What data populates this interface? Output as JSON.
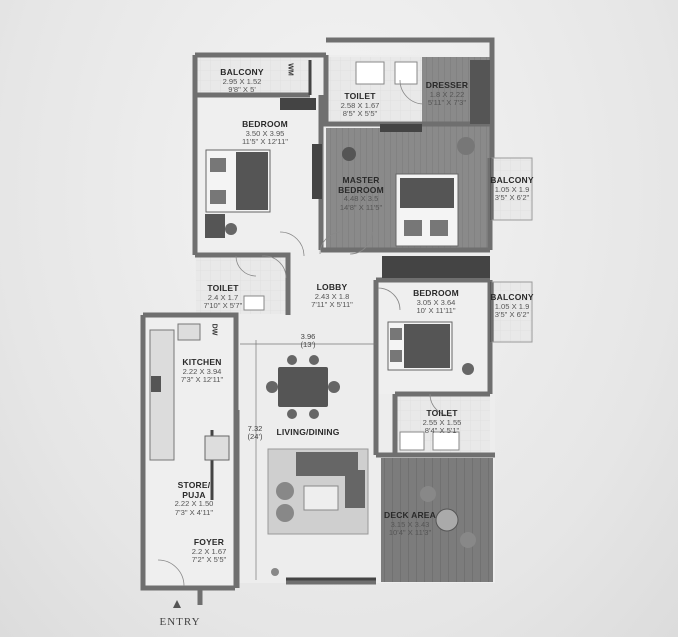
{
  "rooms": {
    "balcony_1": {
      "name": "BALCONY",
      "metric": "2.95 X 1.52",
      "imperial": "9'8\" X 5'"
    },
    "bedroom_1": {
      "name": "BEDROOM",
      "metric": "3.50 X 3.95",
      "imperial": "11'5\" X 12'11\""
    },
    "toilet_1": {
      "name": "TOILET",
      "metric": "2.58 X 1.67",
      "imperial": "8'5\" X 5'5\""
    },
    "dresser": {
      "name": "DRESSER",
      "metric": "1.8 X 2.22",
      "imperial": "5'11\" X 7'3\""
    },
    "master_bedroom": {
      "name": "MASTER\nBEDROOM",
      "metric": "4.48 X 3.5",
      "imperial": "14'8\" X 11'5\""
    },
    "balcony_2": {
      "name": "BALCONY",
      "metric": "1.05 X 1.9",
      "imperial": "3'5\" X 6'2\""
    },
    "toilet_2": {
      "name": "TOILET",
      "metric": "2.4 X 1.7",
      "imperial": "7'10\" X 5'7\""
    },
    "lobby": {
      "name": "LOBBY",
      "metric": "2.43 X 1.8",
      "imperial": "7'11\" X 5'11\""
    },
    "bedroom_2": {
      "name": "BEDROOM",
      "metric": "3.05 X 3.64",
      "imperial": "10' X 11'11\""
    },
    "balcony_3": {
      "name": "BALCONY",
      "metric": "1.05 X 1.9",
      "imperial": "3'5\" X 6'2\""
    },
    "kitchen": {
      "name": "KITCHEN",
      "metric": "2.22 X 3.94",
      "imperial": "7'3\" X 12'11\""
    },
    "living_dining": {
      "name": "LIVING/DINING",
      "metric": "",
      "imperial": ""
    },
    "toilet_3": {
      "name": "TOILET",
      "metric": "2.55 X 1.55",
      "imperial": "8'4\" X 5'1\""
    },
    "store_puja": {
      "name": "STORE/\nPUJA",
      "metric": "2.22 X 1.50",
      "imperial": "7'3\" X 4'11\""
    },
    "deck_area": {
      "name": "DECK AREA",
      "metric": "3.15 X 3.43",
      "imperial": "10'4\" X 11'3\""
    },
    "foyer": {
      "name": "FOYER",
      "metric": "2.2 X 1.67",
      "imperial": "7'2\" X 5'5\""
    }
  },
  "dimensions": {
    "living_width": {
      "metric": "3.96",
      "imperial": "(13')"
    },
    "living_length": {
      "metric": "7.32",
      "imperial": "(24')"
    }
  },
  "tags": {
    "wm": "WM",
    "dw": "DW"
  },
  "entry": "ENTRY"
}
